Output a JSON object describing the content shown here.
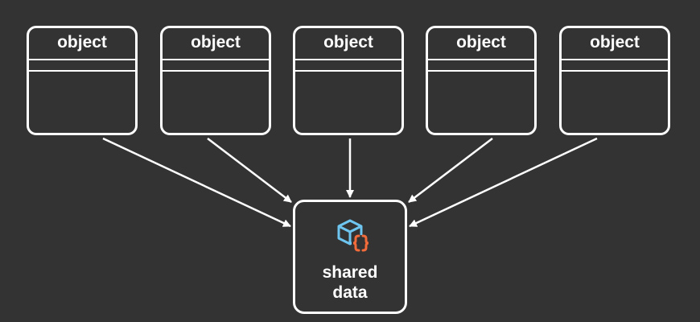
{
  "objects": [
    {
      "title": "object"
    },
    {
      "title": "object"
    },
    {
      "title": "object"
    },
    {
      "title": "object"
    },
    {
      "title": "object"
    }
  ],
  "shared": {
    "line1": "shared",
    "line2": "data",
    "icon": "cube-braces-icon"
  },
  "colors": {
    "background": "#333333",
    "stroke": "#ffffff",
    "icon_cube": "#6ec6f0",
    "icon_braces": "#f26b3a"
  }
}
